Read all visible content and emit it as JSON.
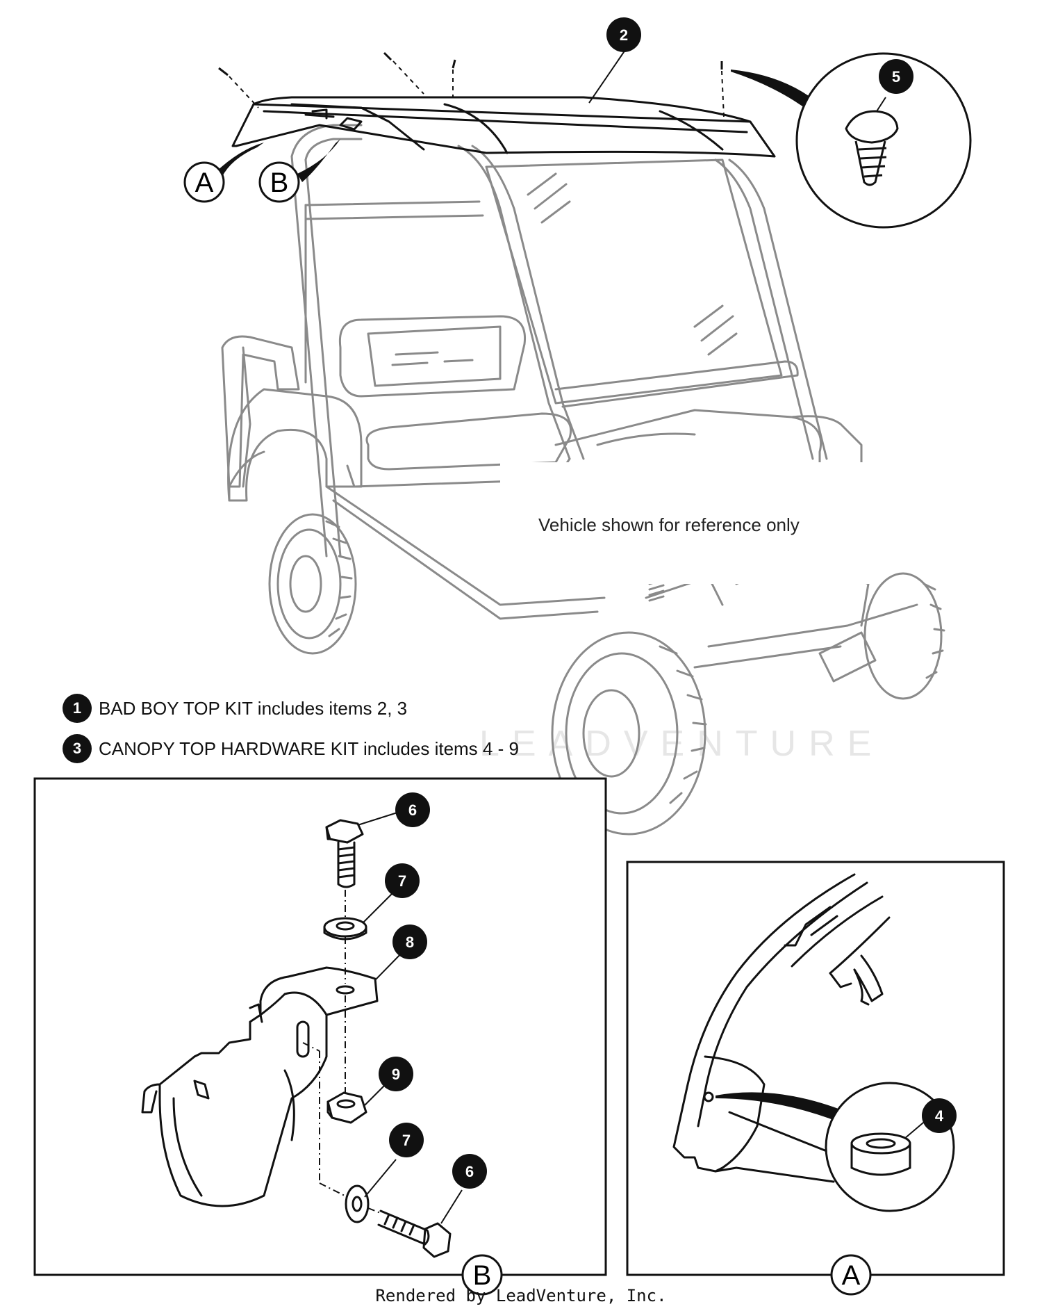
{
  "reference_note": "Vehicle shown for reference only",
  "callouts": {
    "c1": "1",
    "c2": "2",
    "c3": "3",
    "c4": "4",
    "c5": "5",
    "c6a": "6",
    "c6b": "6",
    "c7a": "7",
    "c7b": "7",
    "c8": "8",
    "c9": "9"
  },
  "detail_labels": {
    "a_top": "A",
    "b_top": "B",
    "a_panel": "A",
    "b_panel": "B"
  },
  "legend": [
    {
      "number": "1",
      "text": "BAD BOY TOP KIT includes items 2, 3"
    },
    {
      "number": "3",
      "text": "CANOPY TOP HARDWARE KIT includes items 4 - 9"
    }
  ],
  "watermark": "LEADVENTURE",
  "footer": "Rendered by LeadVenture, Inc."
}
